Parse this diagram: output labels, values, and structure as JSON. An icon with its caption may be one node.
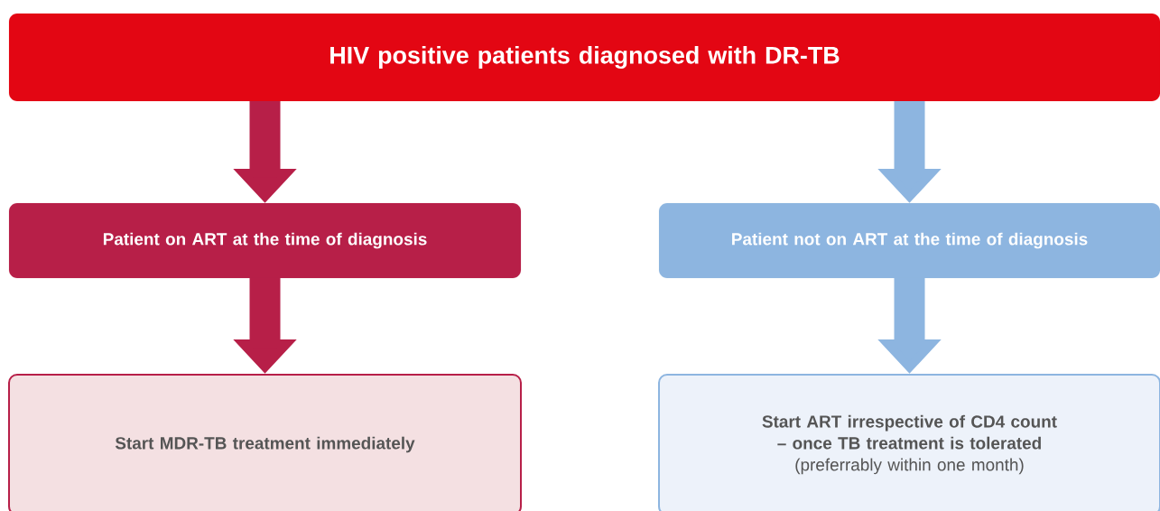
{
  "diagram": {
    "nodes": [
      {
        "text": [
          "HIV positive patients diagnosed with DR-TB"
        ]
      },
      {
        "text": [
          "Patient on ART at the time of diagnosis"
        ]
      },
      {
        "text": [
          "Patient not on ART at the time of diagnosis"
        ]
      },
      {
        "text": [
          "Start MDR-TB treatment immediately"
        ]
      },
      {
        "text": [
          "Start ART irrespective of CD4 count – once TB treatment is tolerated",
          "(preferrably within one month)"
        ]
      }
    ],
    "edges": [
      {
        "from": 0,
        "to": 1,
        "arrow": "to",
        "color": "#b71f48"
      },
      {
        "from": 0,
        "to": 2,
        "arrow": "to",
        "color": "#8db5e0"
      },
      {
        "from": 1,
        "to": 3,
        "arrow": "to",
        "color": "#b71f48"
      },
      {
        "from": 2,
        "to": 4,
        "arrow": "to",
        "color": "#8db5e0"
      }
    ]
  }
}
